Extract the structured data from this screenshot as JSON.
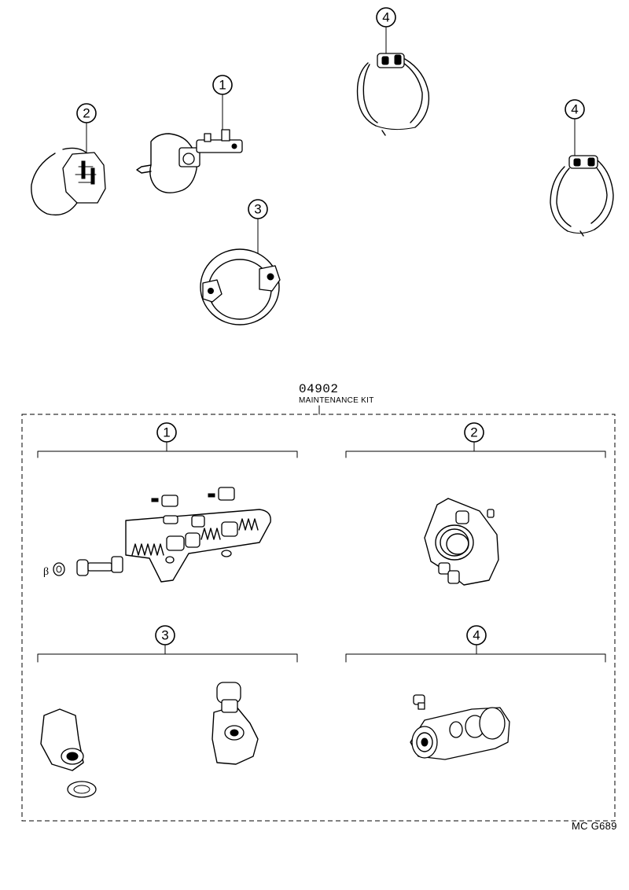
{
  "kit": {
    "part_number": "04902",
    "name": "MAINTENANCE KIT"
  },
  "drawing_code": "MC G689",
  "callouts": {
    "c1": "1",
    "c2": "2",
    "c3": "3",
    "c4": "4"
  },
  "small_mark": "β"
}
